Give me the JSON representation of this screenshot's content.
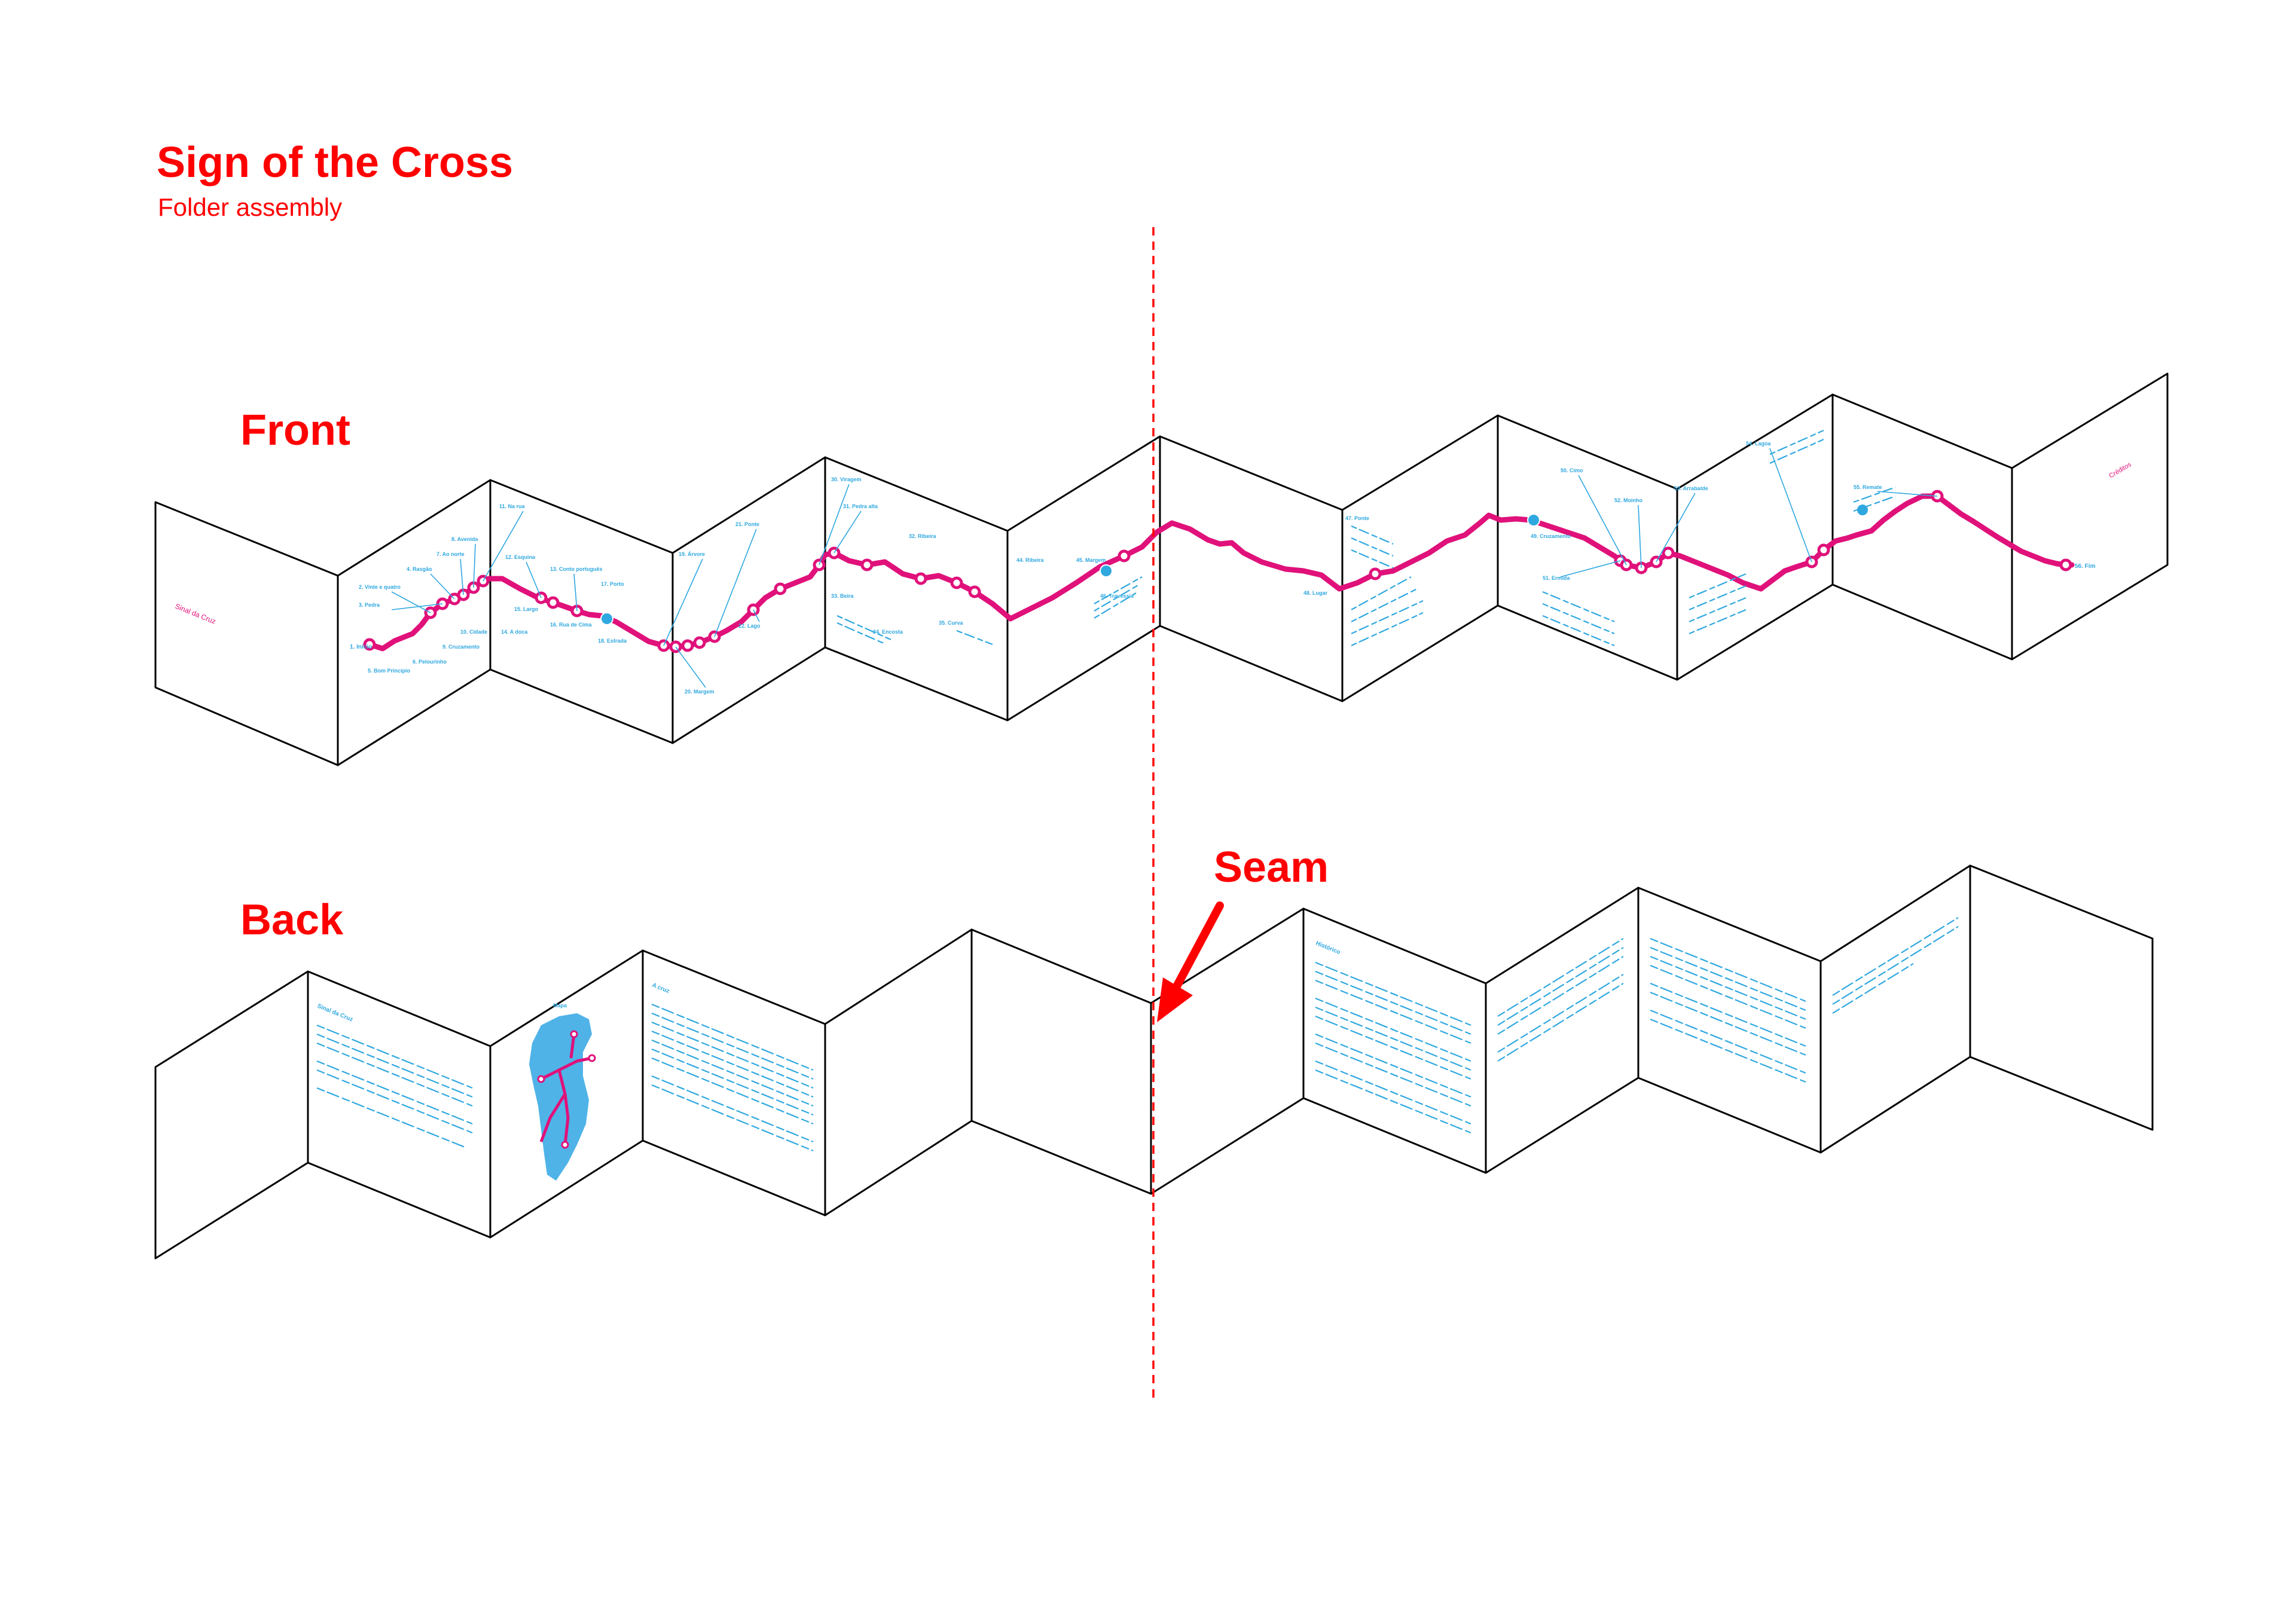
{
  "title": "Sign of the Cross",
  "subtitle": "Folder assembly",
  "labels": {
    "front": "Front",
    "back": "Back",
    "seam": "Seam"
  },
  "colors": {
    "annotation": "#ff0000",
    "route": "#e0117a",
    "text": "#2fa8e0",
    "outline": "#000000"
  },
  "icons": {
    "seam_arrow": "arrow-down-left-icon",
    "seam_line": "dashed-fold-line"
  },
  "front_panels": {
    "cover_title": "Sinal da Cruz",
    "end_title": "Créditos",
    "start_label": "1. Início",
    "end_label": "56. Fim",
    "route_labels": [
      "2. Vinte e quatro",
      "3. Pedra",
      "4. Rasgão",
      "5. Bom Princípio",
      "6. Pelourinho",
      "7. Ao norte",
      "8. Avenida",
      "9. Cruzamento",
      "10. Cidade",
      "11. Na rua",
      "12. Esquina",
      "13. Conto português",
      "14. A doca",
      "15. Largo",
      "16. Rua de Cima",
      "17. Porto",
      "18. Estrada",
      "19. Árvore",
      "20. Margem",
      "21. Ponte",
      "22. Lago"
    ],
    "notes": [
      "30. Viragem",
      "31. Pedra alta",
      "32. Ribeira",
      "33. Beira",
      "34. Encosta",
      "35. Curva",
      "44. Ribeira",
      "45. Margem",
      "46. Travessia",
      "47. Ponte",
      "48. Lugar",
      "49. Cruzamento",
      "50. Cimo",
      "51. Ermida",
      "52. Moinho",
      "53. Arrabalde",
      "54. Lagoa",
      "55. Remate"
    ]
  },
  "back_panels": {
    "intro_heading": "Sinal da Cruz",
    "map_heading": "Mapa",
    "text_heading": "A cruz",
    "closing_heading": "Histórico"
  }
}
